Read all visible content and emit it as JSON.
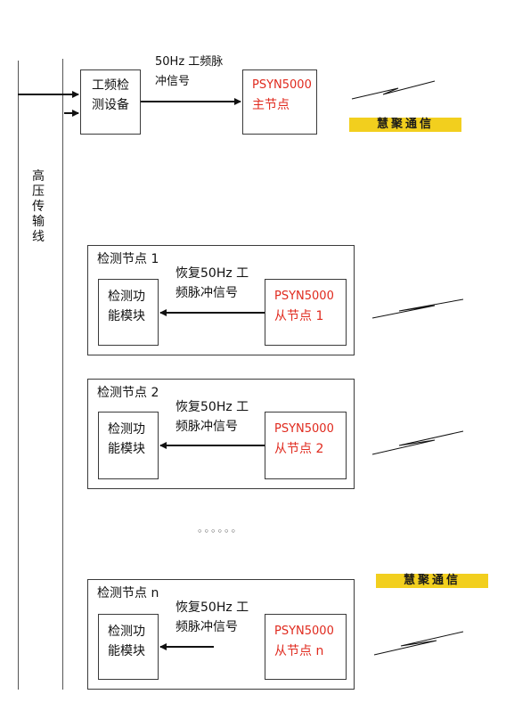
{
  "line_label": "高压传输线",
  "detector": {
    "line1": "工频检",
    "line2": "测设备"
  },
  "signal_label": {
    "line1": "50Hz 工频脉",
    "line2": "冲信号"
  },
  "master": {
    "model": "PSYN5000",
    "role": "主节点"
  },
  "banner_text": "慧聚通信",
  "nodes": [
    {
      "title": "检测节点 1",
      "signal_line1": "恢复50Hz 工",
      "signal_line2": "频脉冲信号",
      "module_line1": "检测功",
      "module_line2": "能模块",
      "slave_model": "PSYN5000",
      "slave_role": "从节点 1"
    },
    {
      "title": "检测节点 2",
      "signal_line1": "恢复50Hz 工",
      "signal_line2": "频脉冲信号",
      "module_line1": "检测功",
      "module_line2": "能模块",
      "slave_model": "PSYN5000",
      "slave_role": "从节点 2"
    },
    {
      "title": "检测节点 n",
      "signal_line1": "恢复50Hz 工",
      "signal_line2": "频脉冲信号",
      "module_line1": "检测功",
      "module_line2": "能模块",
      "slave_model": "PSYN5000",
      "slave_role": "从节点 n"
    }
  ],
  "ellipsis": "◦◦◦◦◦◦",
  "colors": {
    "red_text": "#e02a1e",
    "banner": "#f2cf1e",
    "line": "#111111"
  }
}
